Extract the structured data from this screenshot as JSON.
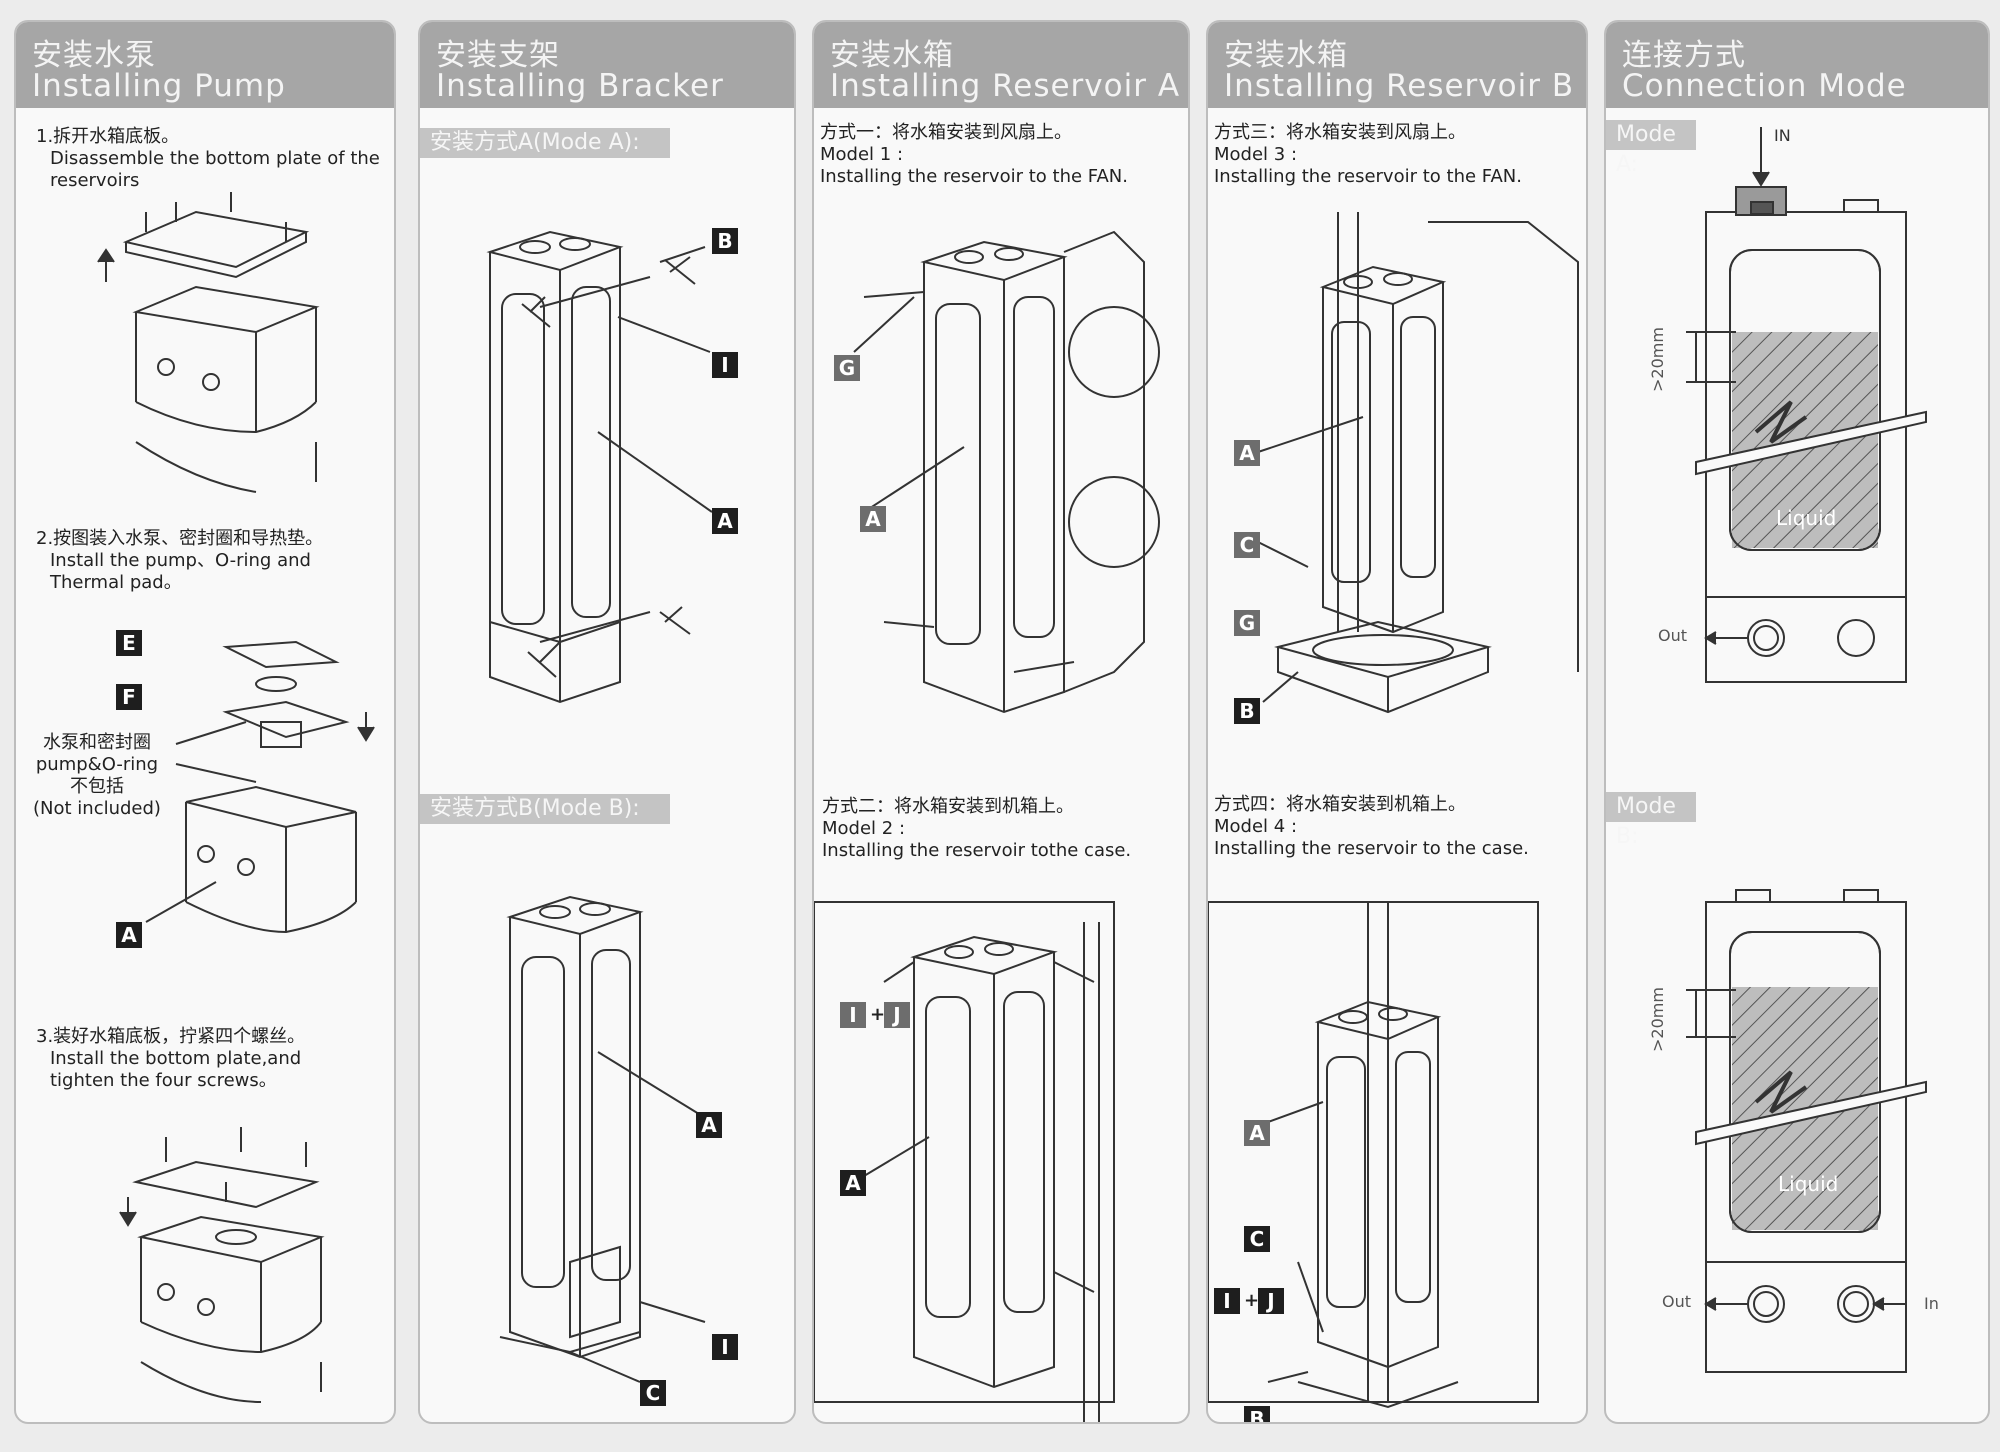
{
  "columns": [
    {
      "title_zh": "安装水泵",
      "title_en": "Installing Pump",
      "steps": [
        {
          "zh": "1.拆开水箱底板。",
          "en": "Disassemble the bottom plate of the reservoirs"
        },
        {
          "zh": "2.按图装入水泵、密封圈和导热垫。",
          "en": "Install the pump、O-ring and Thermal pad。"
        },
        {
          "zh": "3.装好水箱底板，拧紧四个螺丝。",
          "en": "Install the bottom plate,and tighten the four screws。"
        }
      ],
      "note_zh1": "水泵和密封圈",
      "note_en1": "pump&O-ring",
      "note_zh2": "不包括",
      "note_en2": "(Not included)",
      "labels": [
        "E",
        "F",
        "A"
      ]
    },
    {
      "title_zh": "安装支架",
      "title_en": "Installing Bracker",
      "mode_a": "安装方式A(Mode A):",
      "mode_b": "安装方式B(Mode B):",
      "labels_a": [
        "B",
        "I",
        "A"
      ],
      "labels_b": [
        "A",
        "I",
        "C"
      ]
    },
    {
      "title_zh": "安装水箱",
      "title_en": "Installing Reservoir A",
      "m1_zh": "方式一：将水箱安装到风扇上。",
      "m1_title": "Model 1 :",
      "m1_en": "Installing the reservoir to the FAN.",
      "m2_zh": "方式二：将水箱安装到机箱上。",
      "m2_title": "Model 2 :",
      "m2_en": "Installing the reservoir tothe case.",
      "labels_1": [
        "G",
        "A"
      ],
      "labels_2": [
        "I",
        "+",
        "J",
        "A"
      ]
    },
    {
      "title_zh": "安装水箱",
      "title_en": "Installing Reservoir B",
      "m3_zh": "方式三：将水箱安装到风扇上。",
      "m3_title": "Model 3 :",
      "m3_en": "Installing the reservoir to the FAN.",
      "m4_zh": "方式四：将水箱安装到机箱上。",
      "m4_title": "Model 4 :",
      "m4_en": "Installing the reservoir to the case.",
      "labels_3": [
        "A",
        "C",
        "G",
        "B"
      ],
      "labels_4": [
        "A",
        "C",
        "I",
        "+",
        "J",
        "B"
      ]
    },
    {
      "title_zh": "连接方式",
      "title_en": "Connection Mode",
      "mode_a": "Mode A:",
      "mode_b": "Mode B:",
      "in": "IN",
      "in_b": "In",
      "out": "Out",
      "liquid": "Liquid",
      "level": ">20mm"
    }
  ]
}
